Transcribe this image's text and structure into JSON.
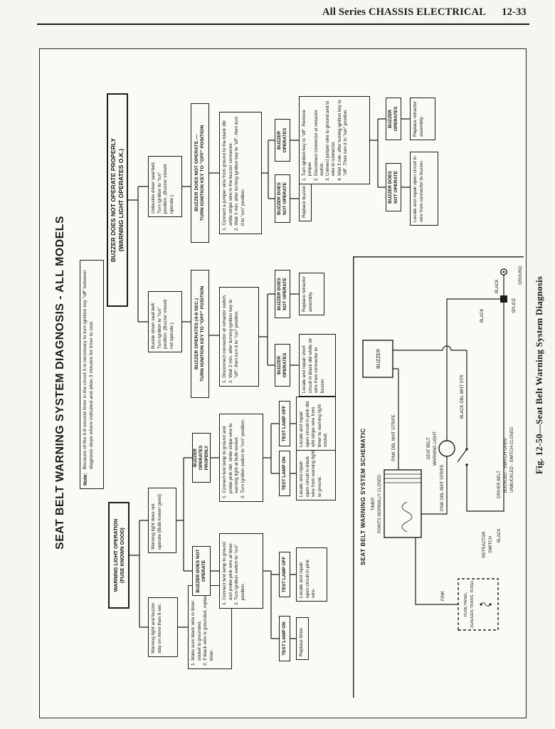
{
  "colors": {
    "paper": "#f6f5f0",
    "frame_paper": "#fbfaf5",
    "ink": "#1c1c1c"
  },
  "header": {
    "title": "All Series CHASSIS ELECTRICAL",
    "page_number": "12-33"
  },
  "caption": "Fig. 12-50—Seat Belt Warning System Diagnosis",
  "flowchart": {
    "title": "SEAT BELT WARNING SYSTEM DIAGNOSIS - ALL MODELS",
    "note": {
      "label": "Note:",
      "text": "Because of the 4-8 second timer in the circuit it is necessary to turn ignition key \"off\" between diagnosis steps where indicated and allow 3 minutes for timer to cool."
    },
    "boxes": {
      "h1": {
        "line1": "WARNING LIGHT OPERATION",
        "line2": "(FUSE KNOWN GOOD)"
      },
      "h2": {
        "line1": "BUZZER DOES NOT OPERATE PROPERLY",
        "line2": "(WARNING LIGHT OPERATES O.K.)"
      },
      "a": {
        "text": "Warning light and buzzer stay on more than 8 sec."
      },
      "b": {
        "text": "Warning light does not operate (Bulb known good)"
      },
      "a1": {
        "items": [
          "1. Make sure black wire in timer socket is grounded.",
          "2. If black wire is grounded, replace timer."
        ]
      },
      "b1": {
        "text": "BUZZER DOES NOT OPERATE"
      },
      "b2": {
        "text": "BUZZER OPERATES PROPERLY"
      },
      "b1a": {
        "items": [
          "1. Connect test lamp to ground and probe pink wire at timer.",
          "2. Turn ignition switch to \"run\" position."
        ]
      },
      "b2a": {
        "items": [
          "1. Connect test lamp to ground and probe pink dbl. white stripe wire to warning light at bulb socket.",
          "2. Turn ignition switch to \"run\" position."
        ]
      },
      "tl_on_b1": {
        "text": "TEST LAMP ON"
      },
      "tl_off_b1": {
        "text": "TEST LAMP OFF"
      },
      "tl_on_b2": {
        "text": "TEST LAMP ON"
      },
      "tl_off_b2": {
        "text": "TEST LAMP OFF"
      },
      "o1": {
        "text": "Replace timer."
      },
      "o2": {
        "text": "Locate and repair open circuit in pink wire."
      },
      "o3": {
        "text": "Locate and repair open circuit in black wire from warning light to ground."
      },
      "o4": {
        "text": "Locate and repair open circuit in pink dbl wht stripe wire from timer to warning light socket."
      },
      "c": {
        "text": "Buckle driver seat belt. Turn ignition to \"run\" position. (Buzzer should not operate.)"
      },
      "d": {
        "text": "Unbuckle driver seat belt. Turn ignition to \"run\" position. (Buzzer should operate.)"
      },
      "c1": {
        "line1": "BUZZER OPERATES (4-8 SEC.)",
        "line2": "TURN IGNITION KEY TO \"OFF\" POSITION"
      },
      "d1": {
        "line1": "BUZZER DOES NOT OPERATE —",
        "line2": "TURN IGNITION KEY TO \"OFF\" POSITION"
      },
      "c2": {
        "items": [
          "1. Disconnect connector at retractor switch.",
          "2. Wait 3 min. after turning ignition key to \"off\"; then turn it to \"run\" position."
        ]
      },
      "d2": {
        "items": [
          "1. Connect a jumper wire from ground to the black dbl white stripe wire in the buzzer connector.",
          "2. Wait 3 min. after turning ignition key to \"off\", then turn it to \"run\" position."
        ]
      },
      "c_op": {
        "text": "BUZZER OPERATES"
      },
      "c_no": {
        "text": "BUZZER DOES NOT OPERATE"
      },
      "c_op_out": {
        "text": "Locate and repair short circuit in black dbl white str wire from connector to buzzer."
      },
      "c_no_out": {
        "text": "Replace retractor assembly."
      },
      "d_no": {
        "text": "BUZZER DOES NOT OPERATE"
      },
      "d_op": {
        "text": "BUZZER OPERATES"
      },
      "d_no_out": {
        "text": "Replace buzzer."
      },
      "d_op_out": {
        "items": [
          "1. Turn ignition key to \"off\". Remove jumper.",
          "2. Disconnect connector at retractor switch.",
          "3. Connect jumper wire to ground and to wire in connector.",
          "4. Wait 3 min. after turning ignition key to \"off\". Then turn it to \"run\" position."
        ]
      },
      "e_no": {
        "text": "BUZZER DOES NOT OPERATE"
      },
      "e_op": {
        "text": "BUZZER OPERATES"
      },
      "e_no_out": {
        "text": "Locate and repair open circuit in wire from connector to buzzer."
      },
      "e_op_out": {
        "text": "Replace retractor assembly."
      }
    }
  },
  "schematic": {
    "title": "SEAT BELT WARNING SYSTEM SCHEMATIC",
    "timer_label_1": "TIMER",
    "timer_label_2": "POINTS NORMALLY CLOSED",
    "buzzer": "BUZZER",
    "warning_light_1": "SEAT BELT",
    "warning_light_2": "WARNING LIGHT",
    "wire_pink_dbl_wht_1": "PINK DBL WHT STRIPE",
    "wire_pink_dbl_wht_2": "PINK DBL WHT STRIPE",
    "wire_black_dbl_wht": "BLACK DBL WHT STR",
    "retractor_1": "RETRACTOR",
    "retractor_2": "SWITCH",
    "belt_note_1": "DRIVER BELT",
    "belt_note_2": "BUCKLED - SWITCH OPEN",
    "belt_note_3": "UNBUCKLED - SWITCH CLOSED",
    "wire_pink": "PINK",
    "wire_black_1": "BLACK",
    "wire_black_2": "BLACK",
    "wire_black_3": "BLACK",
    "splice": "SPLICE",
    "ground": "GROUND",
    "fuse_panel_1": "FUSE PANEL",
    "fuse_panel_2": "(GAUGES-TRANS. FUSE)"
  }
}
